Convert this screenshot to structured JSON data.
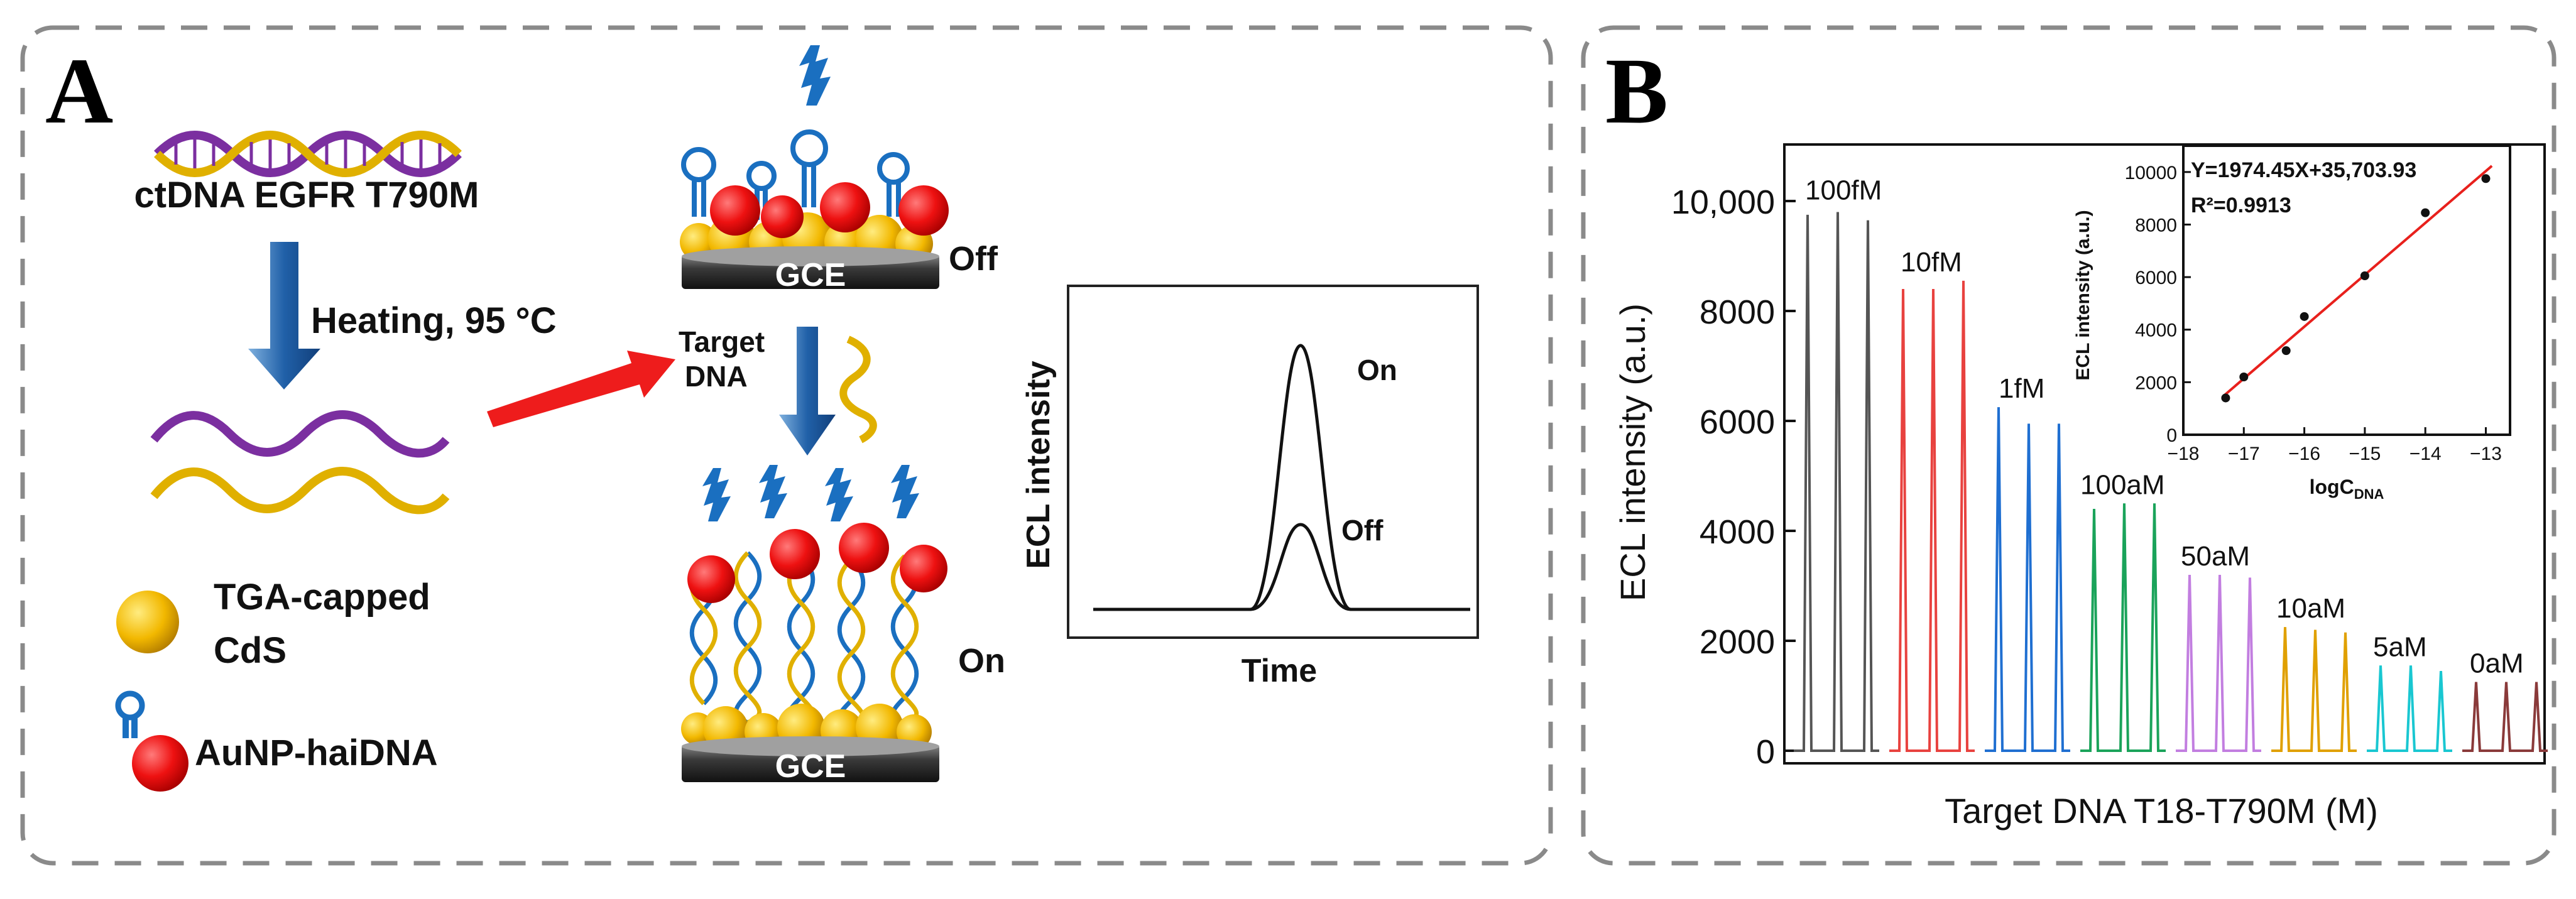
{
  "panel_a": {
    "letter": "A",
    "ctdna_label": "ctDNA EGFR T790M",
    "heating_label": "Heating, 95 °C",
    "target_label_line1": "Target",
    "target_label_line2": "DNA",
    "electrode_label_top": "GCE",
    "electrode_label_bottom": "GCE",
    "state_off": "Off",
    "state_on": "On",
    "legend_cds_line1": "TGA-capped",
    "legend_cds_line2": "CdS",
    "legend_au": "AuNP-haiDNA",
    "inset_ylabel": "ECL intensity",
    "inset_xlabel": "Time",
    "inset_on": "On",
    "inset_off": "Off"
  },
  "panel_b": {
    "letter": "B",
    "ylabel": "ECL intensity (a.u.)",
    "xlabel": "Target DNA T18-T790M (M)",
    "yticks": [
      "10,000",
      "8000",
      "6000",
      "4000",
      "2000",
      "0"
    ],
    "inset": {
      "equation": "Y=1974.45X+35,703.93",
      "r2": "R²=0.9913",
      "ylabel": "ECL intensity (a.u.)",
      "xlabel": "logC",
      "xlabel_sub": "DNA",
      "yticks": [
        "10000",
        "8000",
        "6000",
        "4000",
        "2000",
        "0"
      ],
      "xticks": [
        "−18",
        "−17",
        "−16",
        "−15",
        "−14",
        "−13"
      ]
    }
  },
  "chart_data": [
    {
      "type": "bar",
      "title": "",
      "xlabel": "Target DNA T18-T790M (M)",
      "ylabel": "ECL intensity (a.u.)",
      "ylim": [
        0,
        11000
      ],
      "series": [
        {
          "name": "100fM",
          "color": "#555555",
          "values": [
            9750,
            9800,
            9650
          ]
        },
        {
          "name": "10fM",
          "color": "#e8423f",
          "values": [
            8400,
            8400,
            8550
          ]
        },
        {
          "name": "1fM",
          "color": "#1f6fd1",
          "values": [
            6250,
            5950,
            5950
          ]
        },
        {
          "name": "100aM",
          "color": "#1aa35a",
          "values": [
            4400,
            4500,
            4500
          ]
        },
        {
          "name": "50aM",
          "color": "#c27ee0",
          "values": [
            3200,
            3200,
            3150
          ]
        },
        {
          "name": "10aM",
          "color": "#e0a000",
          "values": [
            2250,
            2200,
            2150
          ]
        },
        {
          "name": "5aM",
          "color": "#19c7d1",
          "values": [
            1550,
            1550,
            1450
          ]
        },
        {
          "name": "0aM",
          "color": "#8a3a3a",
          "values": [
            1250,
            1250,
            1250
          ]
        }
      ]
    },
    {
      "type": "scatter",
      "title": "",
      "xlabel": "logC_DNA",
      "ylabel": "ECL intensity (a.u.)",
      "xlim": [
        -18,
        -12.6
      ],
      "ylim": [
        0,
        11000
      ],
      "x": [
        -17.3,
        -17,
        -16.3,
        -16,
        -15,
        -14,
        -13
      ],
      "y": [
        1400,
        2200,
        3200,
        4500,
        6050,
        8450,
        9750
      ],
      "fit": {
        "slope": 1974.45,
        "intercept": 35703.93,
        "r2": 0.9913
      }
    }
  ]
}
